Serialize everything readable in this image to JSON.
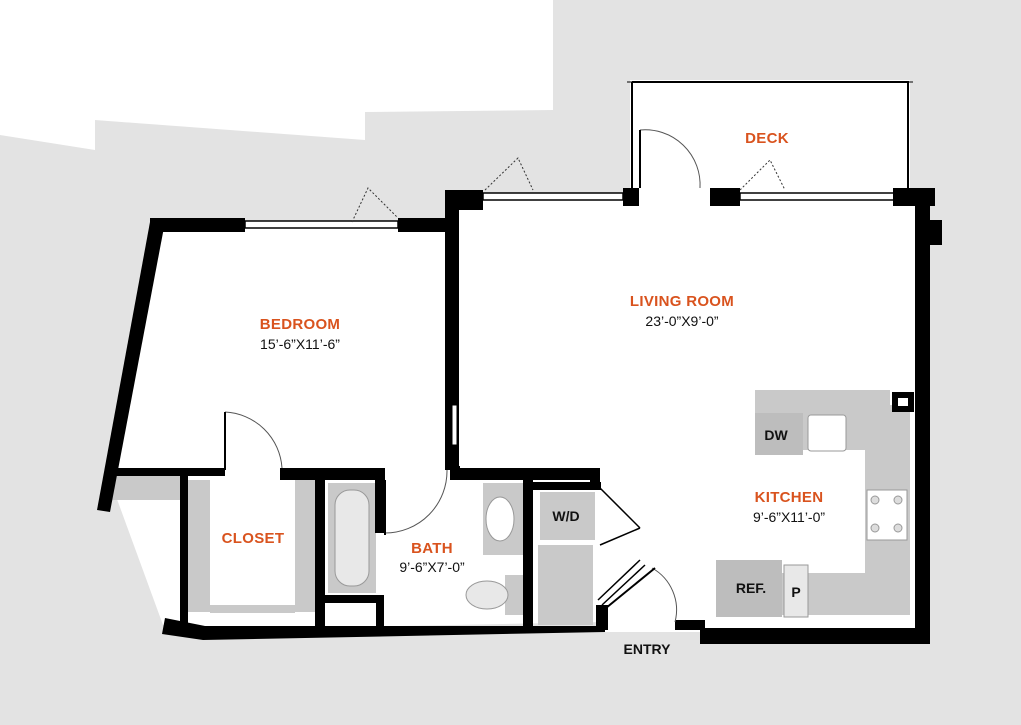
{
  "colors": {
    "accent": "#d9531e",
    "wall": "#000000",
    "ghost": "#e3e3e3",
    "fixture": "#c9c9c9"
  },
  "rooms": {
    "deck": {
      "name": "DECK"
    },
    "living": {
      "name": "LIVING ROOM",
      "dims": "23’-0”X9’-0”"
    },
    "bedroom": {
      "name": "BEDROOM",
      "dims": "15’-6”X11’-6”"
    },
    "closet": {
      "name": "CLOSET"
    },
    "bath": {
      "name": "BATH",
      "dims": "9’-6”X7’-0”"
    },
    "kitchen": {
      "name": "KITCHEN",
      "dims": "9’-6”X11’-0”"
    }
  },
  "fixtures": {
    "dw": "DW",
    "wd": "W/D",
    "ref": "REF.",
    "pantry": "P"
  },
  "entry": "ENTRY"
}
